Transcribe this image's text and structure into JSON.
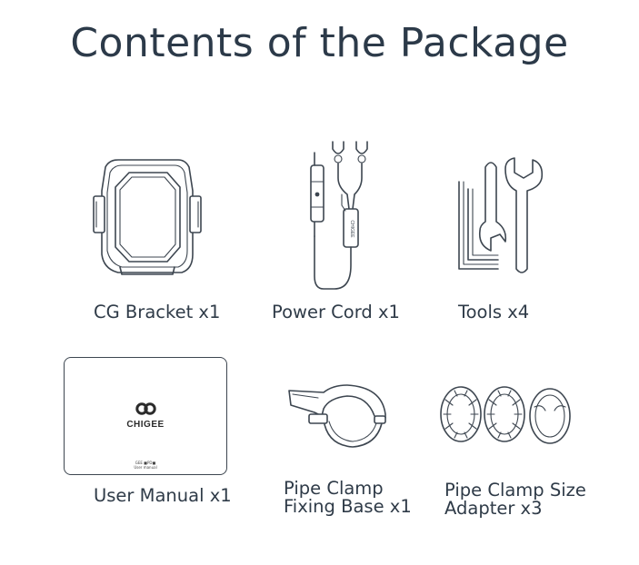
{
  "title": "Contents of the Package",
  "items": [
    {
      "label": "CG Bracket x1",
      "icon": "bracket-icon"
    },
    {
      "label": "Power Cord x1",
      "icon": "power-cord-icon"
    },
    {
      "label": "Tools x4",
      "icon": "tools-icon"
    },
    {
      "label": "User Manual x1",
      "icon": "user-manual-icon"
    },
    {
      "label_line1": "Pipe Clamp",
      "label_line2": "Fixing Base x1",
      "icon": "pipe-clamp-base-icon"
    },
    {
      "label_line1": "Pipe Clamp Size",
      "label_line2": "Adapter x3",
      "icon": "clamp-adapter-icon"
    }
  ],
  "manual": {
    "brand": "CHIGEE",
    "fine_print": "GEE ■PD■\nUser manual"
  },
  "cord_label": "CHIGEE"
}
